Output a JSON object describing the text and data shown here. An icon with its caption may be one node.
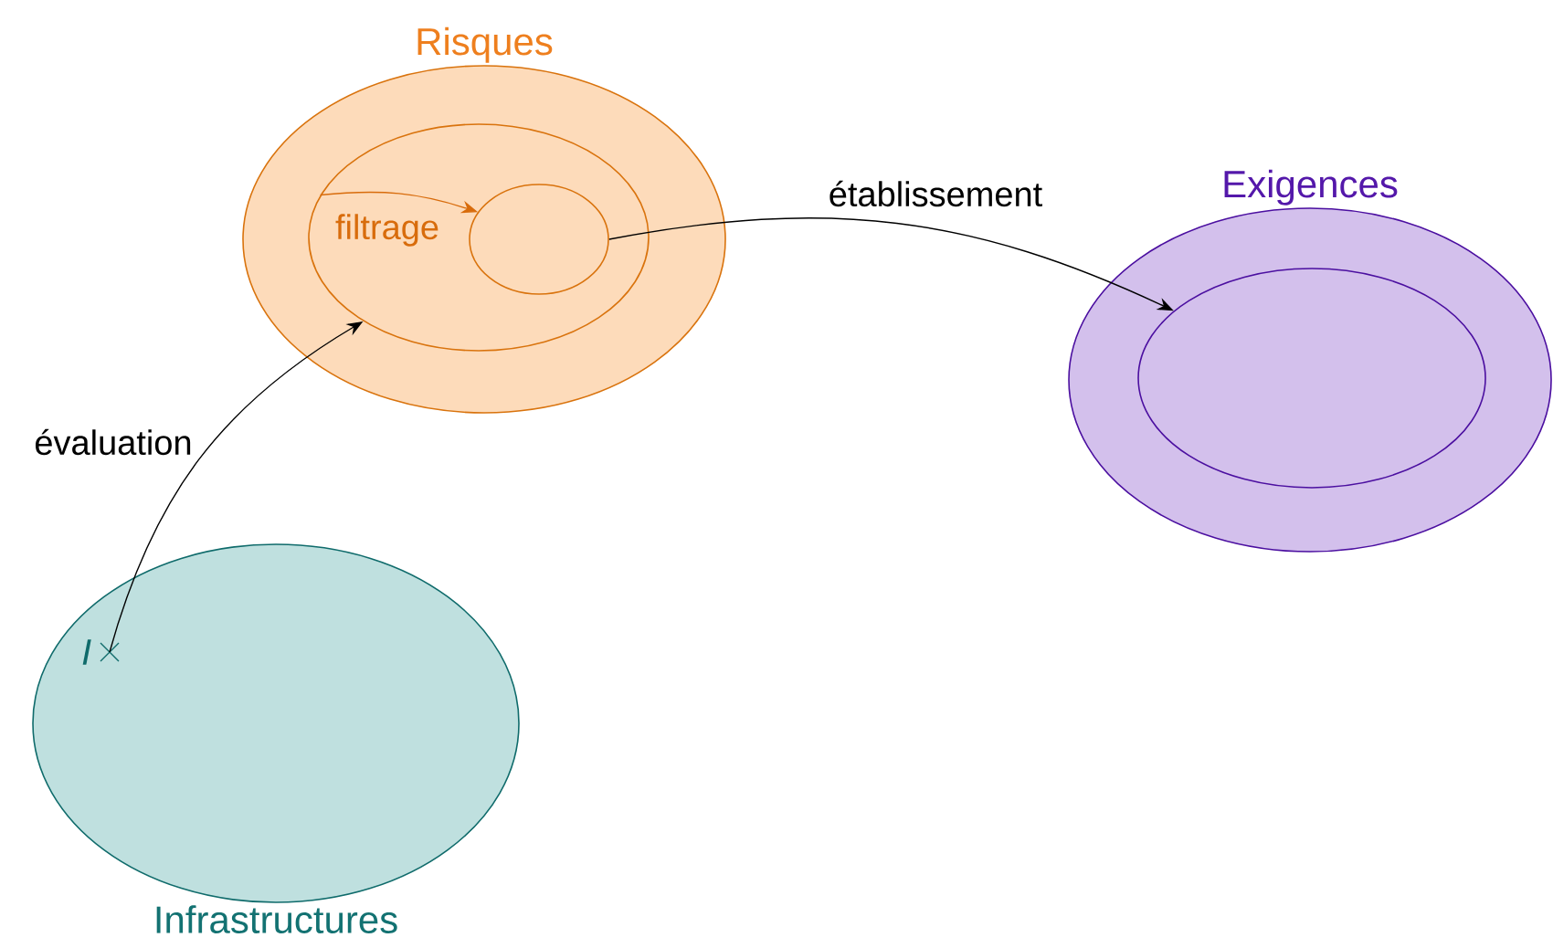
{
  "diagram": {
    "nodes": [
      {
        "text": [
          "Risques"
        ]
      },
      {
        "text": [],
        "shape": "ellipse",
        "in": 0
      },
      {
        "text": [],
        "shape": "ellipse",
        "in": 1
      },
      {
        "text": [
          "Exigences"
        ]
      },
      {
        "text": [],
        "shape": "ellipse",
        "in": 3
      },
      {
        "text": [
          "Infrastructures"
        ]
      },
      {
        "text": [
          "I"
        ],
        "in": 5
      }
    ],
    "edges": [
      {
        "from": 1,
        "to": 2,
        "arrow": "to",
        "label": "filtrage",
        "color": "#d86c0c"
      },
      {
        "from": 2,
        "to": 4,
        "arrow": "to",
        "label": "établissement"
      },
      {
        "from": 6,
        "to": 1,
        "arrow": "to",
        "label": "évaluation"
      }
    ]
  }
}
